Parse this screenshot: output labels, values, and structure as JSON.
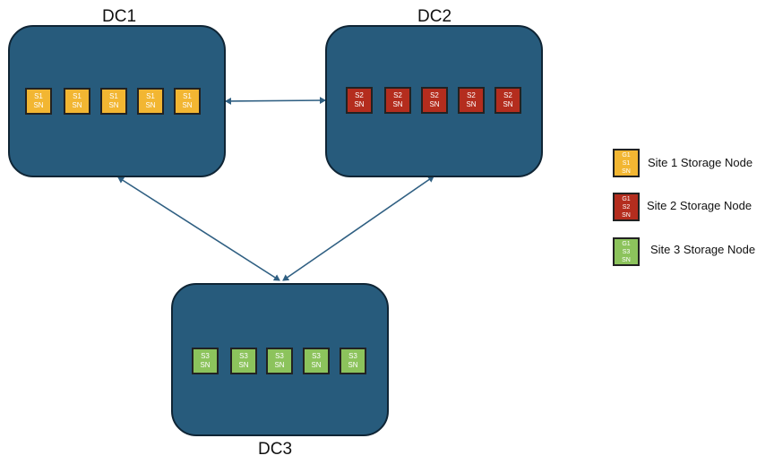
{
  "datacenters": {
    "dc1": {
      "label": "DC1",
      "nodes": [
        [
          "S1",
          "SN"
        ],
        [
          "S1",
          "SN"
        ],
        [
          "S1",
          "SN"
        ],
        [
          "S1",
          "SN"
        ],
        [
          "S1",
          "SN"
        ]
      ]
    },
    "dc2": {
      "label": "DC2",
      "nodes": [
        [
          "S2",
          "SN"
        ],
        [
          "S2",
          "SN"
        ],
        [
          "S2",
          "SN"
        ],
        [
          "S2",
          "SN"
        ],
        [
          "S2",
          "SN"
        ]
      ]
    },
    "dc3": {
      "label": "DC3",
      "nodes": [
        [
          "S3",
          "SN"
        ],
        [
          "S3",
          "SN"
        ],
        [
          "S3",
          "SN"
        ],
        [
          "S3",
          "SN"
        ],
        [
          "S3",
          "SN"
        ]
      ]
    }
  },
  "legend": {
    "items": [
      {
        "lines": [
          "G1",
          "S1",
          "SN"
        ],
        "label": "Site 1 Storage Node",
        "color": "#f2b632"
      },
      {
        "lines": [
          "G1",
          "S2",
          "SN"
        ],
        "label": "Site 2 Storage Node",
        "color": "#b42d1e"
      },
      {
        "lines": [
          "G1",
          "S3",
          "SN"
        ],
        "label": "Site 3 Storage Node",
        "color": "#8cc35c"
      }
    ]
  },
  "colors": {
    "dc_fill": "#275b7c",
    "link": "#2f5f82"
  }
}
